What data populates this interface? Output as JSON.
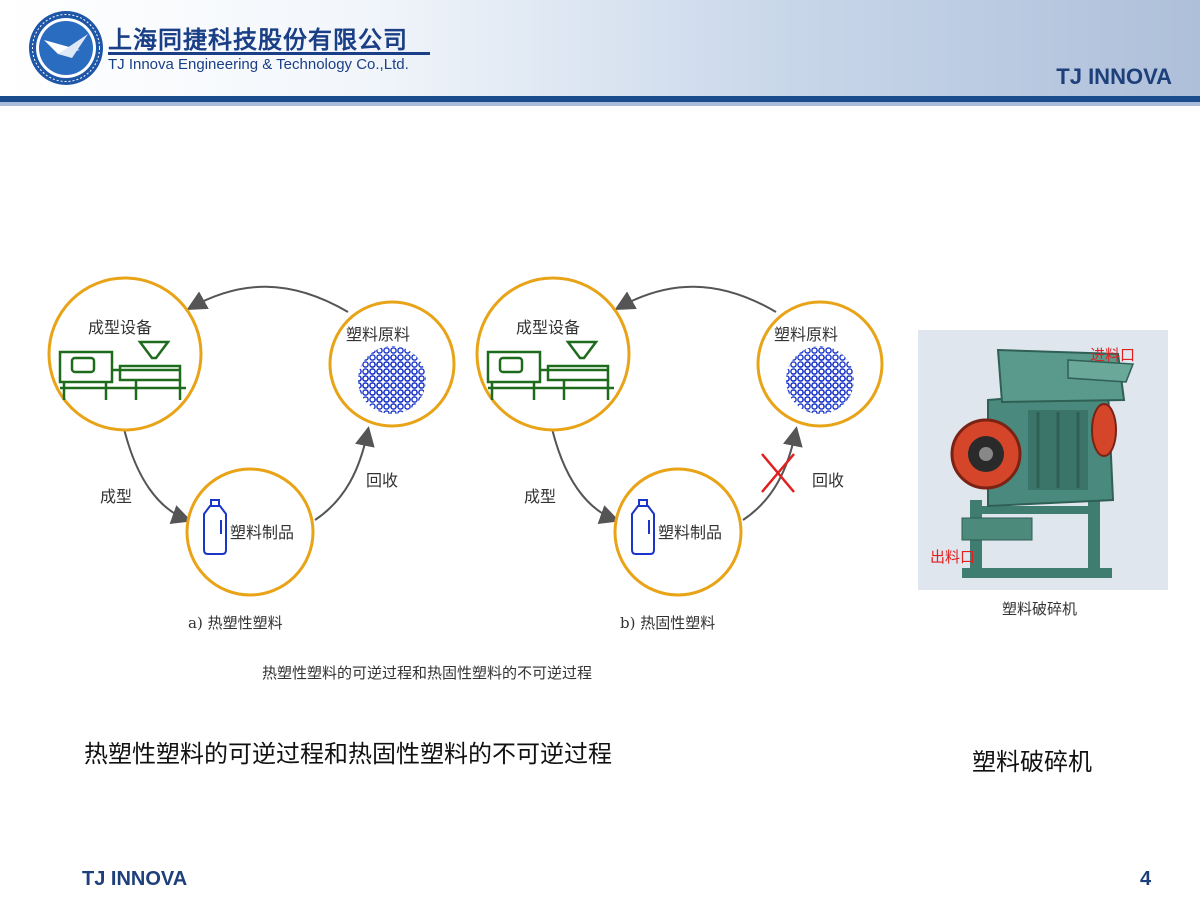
{
  "header": {
    "company_name_cn": "上海同捷科技股份有限公司",
    "company_name_en": "TJ Innova Engineering & Technology Co.,Ltd.",
    "brand": "TJ INNOVA",
    "colors": {
      "brand_blue": "#1a3f86",
      "rule_dark": "#1a4b8c",
      "rule_light": "#a9bddb"
    }
  },
  "diagram": {
    "panels": [
      {
        "caption": "a) 热塑性塑料",
        "equipment_label": "成型设备",
        "material_label": "塑料原料",
        "product_label": "塑料制品",
        "forming_label": "成型",
        "recycle_label": "回收",
        "recycle_blocked": false
      },
      {
        "caption": "b) 热固性塑料",
        "equipment_label": "成型设备",
        "material_label": "塑料原料",
        "product_label": "塑料制品",
        "forming_label": "成型",
        "recycle_label": "回收",
        "recycle_blocked": true
      }
    ],
    "figure_caption": "热塑性塑料的可逆过程和热固性塑料的不可逆过程",
    "colors": {
      "circle": "#e8a317",
      "machine": "#1e6b1e",
      "pellets": "#1a35c8",
      "bottle": "#1a35c8",
      "cross": "#e02020"
    }
  },
  "crusher": {
    "inlet_label": "进料口",
    "outlet_label": "出料口",
    "caption": "塑料破碎机",
    "colors": {
      "label": "#e02020",
      "body": "#3f7d70",
      "wheel": "#d4452a"
    }
  },
  "captions": {
    "main": "热塑性塑料的可逆过程和热固性塑料的不可逆过程",
    "side": "塑料破碎机"
  },
  "footer": {
    "brand": "TJ INNOVA",
    "page_number": "4"
  }
}
